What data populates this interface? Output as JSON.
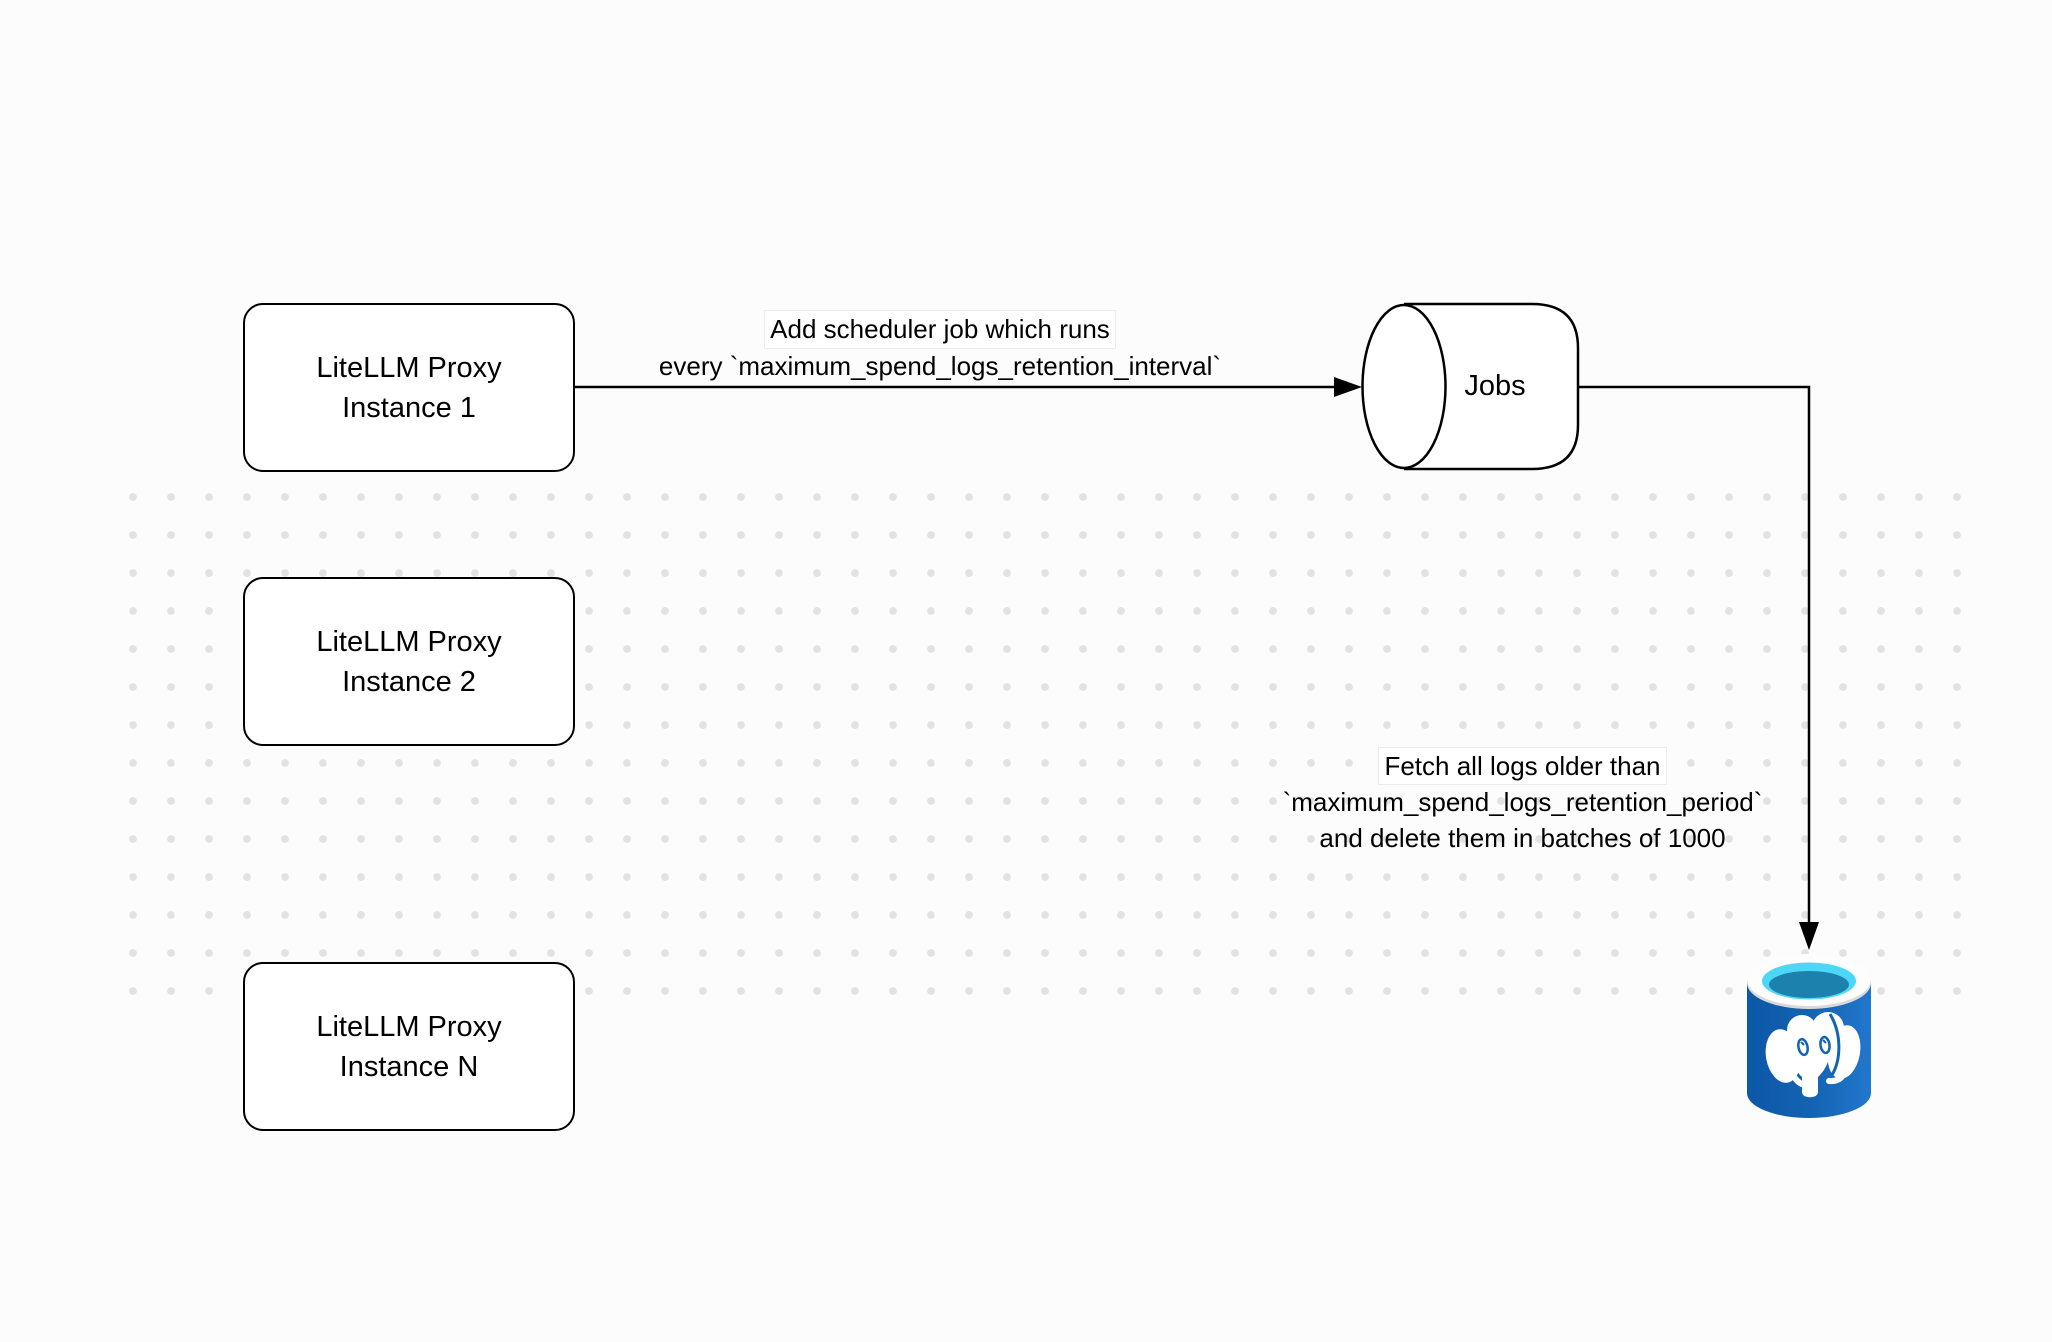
{
  "diagram": {
    "title": "LiteLLM spend logs cleanup scheduler diagram",
    "nodes": {
      "proxy1": {
        "line1": "LiteLLM Proxy",
        "line2": "Instance 1"
      },
      "proxy2": {
        "line1": "LiteLLM Proxy",
        "line2": "Instance 2"
      },
      "proxyN": {
        "line1": "LiteLLM Proxy",
        "line2": "Instance N"
      },
      "jobs": {
        "label": "Jobs"
      },
      "database": {
        "icon": "postgresql-database-icon"
      }
    },
    "edges": {
      "proxy1_to_jobs": {
        "line1": "Add scheduler job which runs",
        "line2": "every `maximum_spend_logs_retention_interval`"
      },
      "jobs_to_database": {
        "line1": "Fetch all logs older than",
        "line2": "`maximum_spend_logs_retention_period`",
        "line3": "and delete them in batches of 1000"
      }
    },
    "colors": {
      "background": "#fcfcfc",
      "grid_dot": "#e2e2e2",
      "node_fill": "#ffffff",
      "node_border": "#000000",
      "edge_stroke": "#000000",
      "postgres_body_blue": "#1464b3",
      "postgres_top_cyan": "#4cd7f7",
      "postgres_inner_teal": "#1d81ad",
      "postgres_elephant": "#ffffff"
    }
  }
}
